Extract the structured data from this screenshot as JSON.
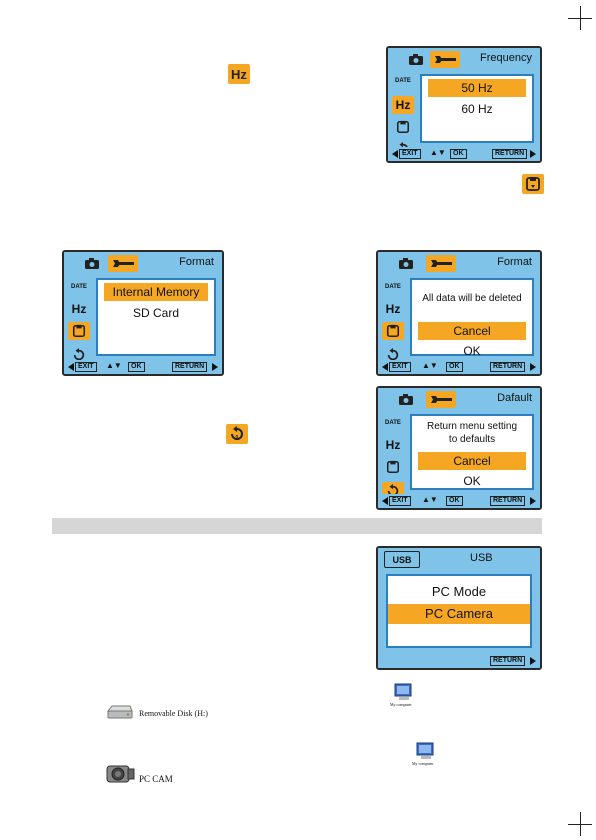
{
  "inline_icons": {
    "hz": "Hz",
    "format_icon": "format-icon",
    "reset_icon": "reset-icon"
  },
  "menu": {
    "date_label": "DATE",
    "hz_label": "Hz",
    "exit_key": "EXIT",
    "ok_key": "OK",
    "return_key": "RETURN"
  },
  "frequency": {
    "title": "Frequency",
    "options": [
      "50 Hz",
      "60 Hz"
    ]
  },
  "format1": {
    "title": "Format",
    "options": [
      "Internal Memory",
      "SD Card"
    ]
  },
  "format2": {
    "title": "Format",
    "message": "All data will be deleted",
    "options": [
      "Cancel",
      "OK"
    ]
  },
  "default": {
    "title": "Dafault",
    "message_line1": "Return menu setting",
    "message_line2": "to defaults",
    "options": [
      "Cancel",
      "OK"
    ]
  },
  "usb": {
    "tab_label": "USB",
    "title": "USB",
    "options": [
      "PC Mode",
      "PC Camera"
    ]
  },
  "desktop": {
    "my_computer_label": "My computer",
    "removable_disk": "Removable Disk (H:)",
    "pc_cam": "PC CAM"
  },
  "colors": {
    "accent": "#f5a623",
    "screen_bg": "#7fc4e8",
    "panel_border": "#2b7fbf"
  }
}
